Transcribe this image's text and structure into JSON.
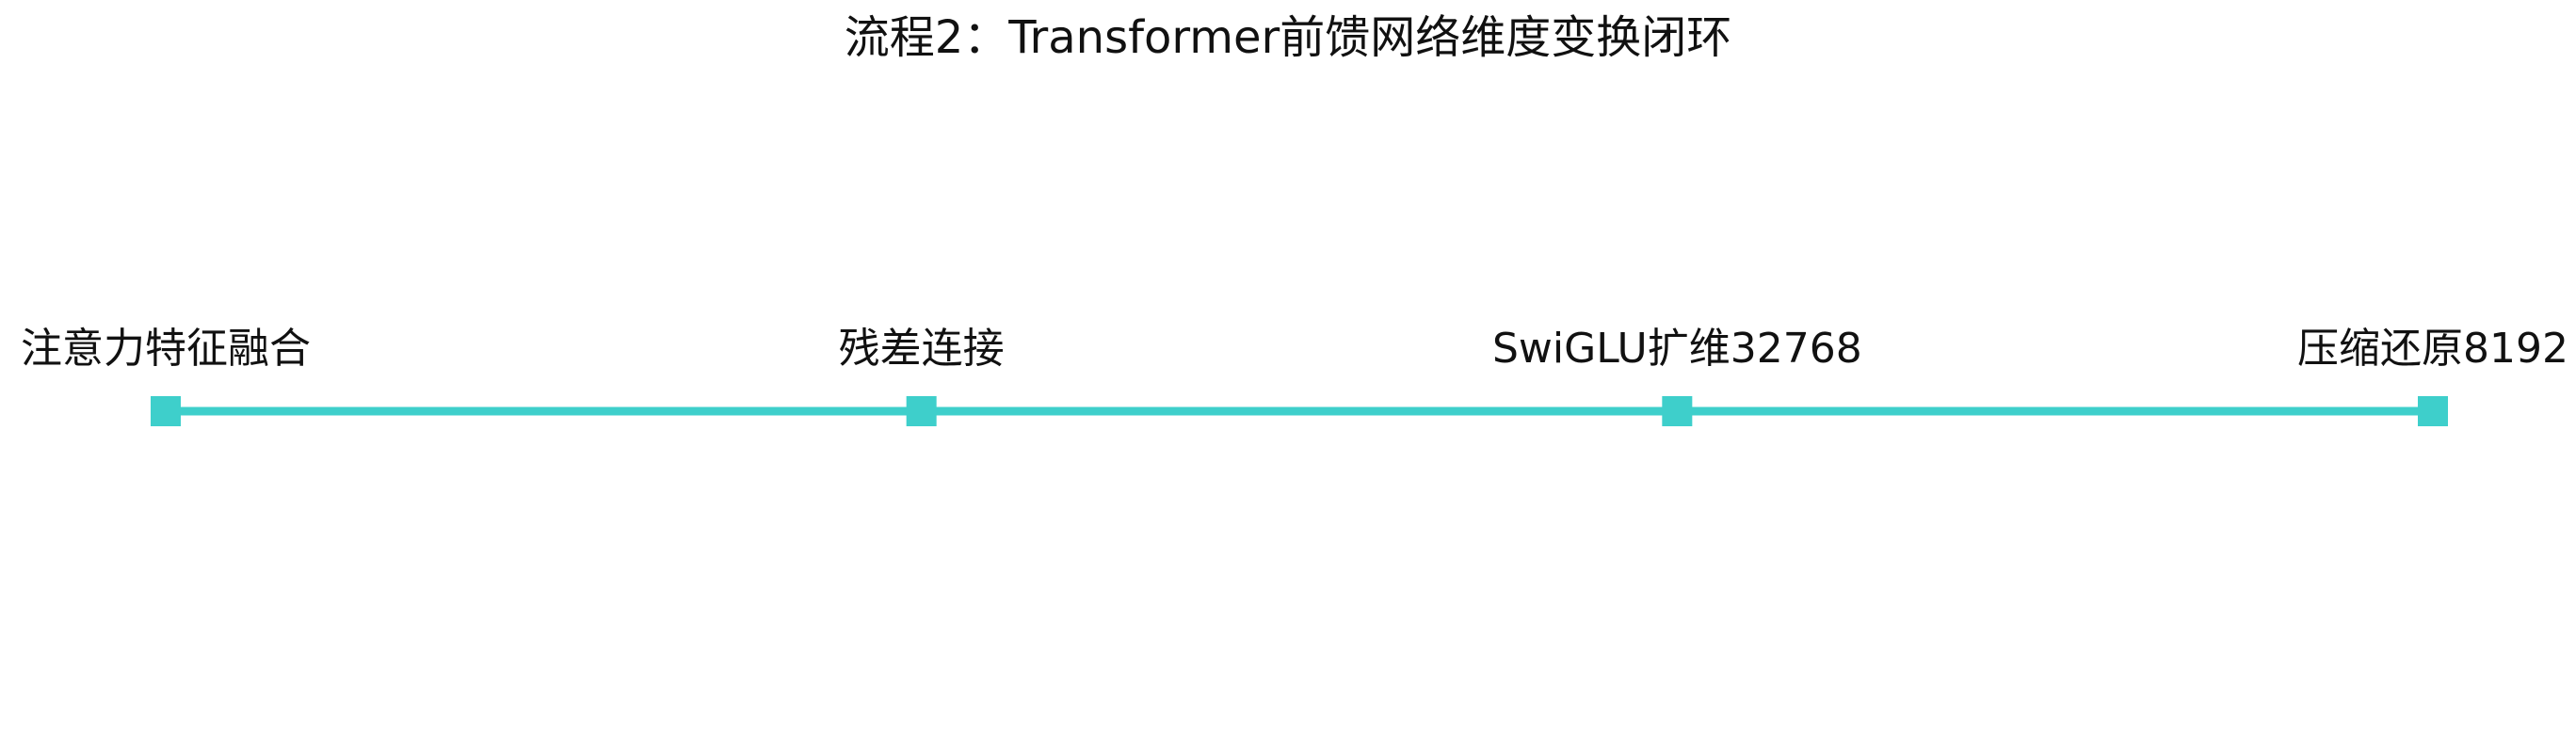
{
  "title": "流程2：Transformer前馈网络维度变换闭环",
  "accent_color": "#3ECFCB",
  "steps": [
    {
      "label": "注意力特征融合"
    },
    {
      "label": "残差连接"
    },
    {
      "label": "SwiGLU扩维32768"
    },
    {
      "label": "压缩还原8192"
    }
  ]
}
